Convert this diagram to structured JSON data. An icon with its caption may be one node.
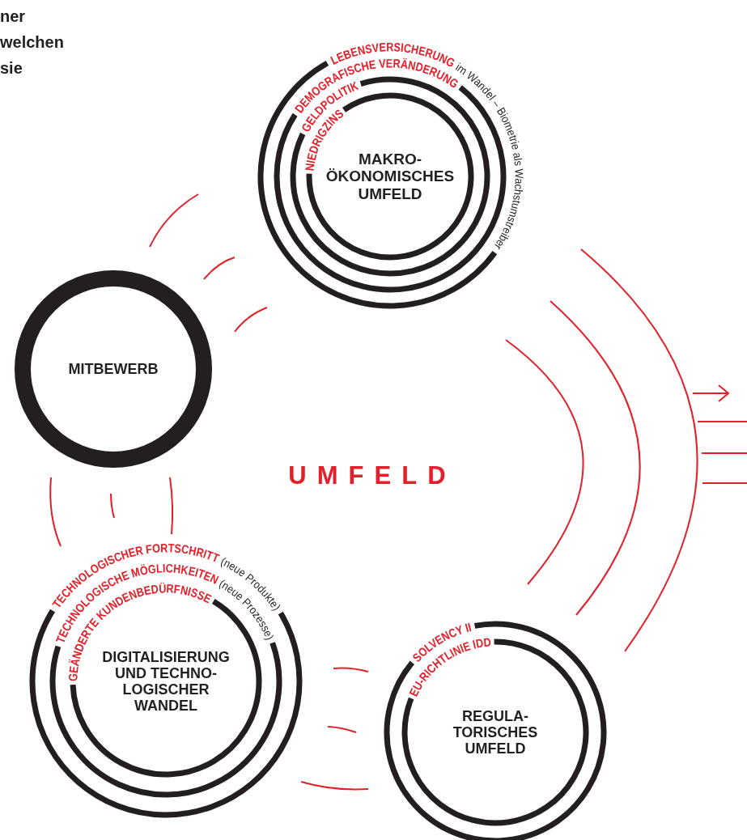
{
  "diagram": {
    "nodes": [
      {
        "text": [
          "LEBENSVERSICHERUNG",
          "im Wandel – Biometrie als Wachstumstreiber",
          "DEMOGRAFISCHE VERÄNDERUNG",
          "GELDPOLITIK",
          "NIEDRIGZINS",
          "MAKRO- ÖKONOMISCHES UMFELD"
        ]
      },
      {
        "text": [
          "MITBEWERB"
        ]
      },
      {
        "text": [
          "TECHNOLOGISCHER FORTSCHRITT",
          "(neue Produkte)",
          "TECHNOLOGISCHE MÖGLICHKEITEN",
          "(neue Prozesse)",
          "GEÄNDERTE KUNDENBEDÜRFNISSE",
          "DIGITALISIERUNG UND TECHNO- LOGISCHER WANDEL"
        ]
      },
      {
        "text": [
          "SOLVENCY II",
          "EU-RICHTLINIE IDD",
          "REGULA- TORISCHES UMFELD"
        ]
      }
    ],
    "labels": [
      "ner welchen sie",
      "UMFELD"
    ]
  }
}
